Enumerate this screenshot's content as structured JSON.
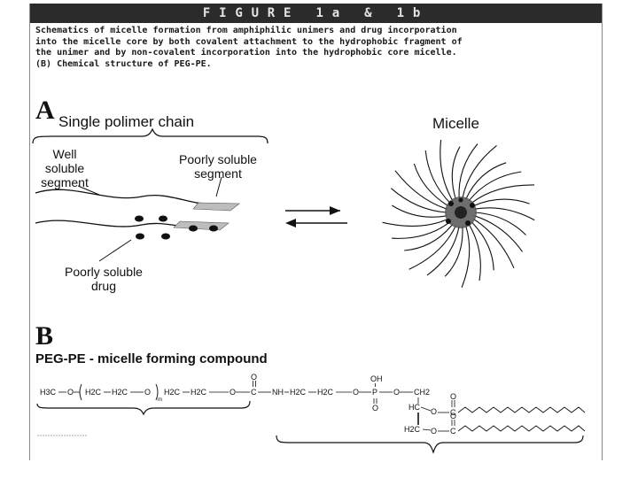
{
  "header": {
    "title": "FIGURE 1a & 1b"
  },
  "caption": {
    "lines": [
      "Schematics of micelle formation from amphiphilic unimers and drug incorporation",
      "into the micelle core by both covalent attachment to the hydrophobic fragment of",
      "the unimer and by non-covalent incorporation into the hydrophobic core micelle.",
      "(B) Chemical structure of PEG-PE."
    ]
  },
  "panel_a": {
    "letter": "A",
    "single_chain_label": "Single polimer chain",
    "micelle_label": "Micelle",
    "well_soluble_label": [
      "Well",
      "soluble",
      "segment"
    ],
    "poorly_soluble_segment_label": [
      "Poorly soluble",
      "segment"
    ],
    "poorly_soluble_drug_label": [
      "Poorly soluble",
      "drug"
    ]
  },
  "panel_b": {
    "letter": "B",
    "title": "PEG-PE - micelle forming compound",
    "formula": {
      "chain": [
        "H3C",
        "O",
        "H2C",
        "H2C",
        "O",
        "H2C",
        "H2C",
        "O",
        "C",
        "NH",
        "H2C",
        "H2C",
        "O",
        "P",
        "O",
        "CH2"
      ],
      "repeat_subscript": "m",
      "carbonyl_o": "O",
      "phosphate_top": "OH",
      "phosphate_bottom": "O",
      "glycerol_ch": "HC",
      "glycerol_ch2": "H2C",
      "ester_o1": "O",
      "ester_c1": "C",
      "ester_o2": "O",
      "ester_c2": "C"
    }
  },
  "colors": {
    "header_bg": "#2b2b2b",
    "header_text": "#e4e4e4",
    "segment_fill": "#bdbdbd",
    "ink": "#111111"
  }
}
